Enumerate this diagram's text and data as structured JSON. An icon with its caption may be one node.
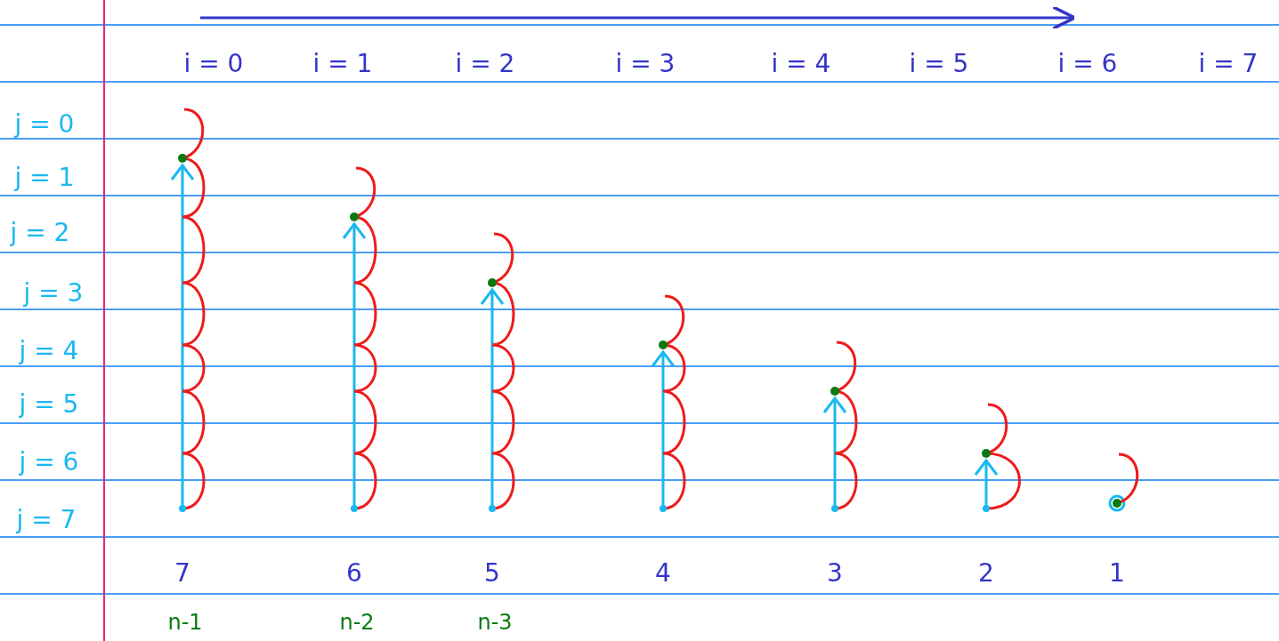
{
  "diagram": {
    "labels": [
      "i = 0",
      "i = 1",
      "i = 2",
      "i = 3",
      "i = 4",
      "i = 5",
      "i = 6",
      "i = 7",
      "j = 0",
      "j = 1",
      "j = 2",
      "j = 3",
      "j = 4",
      "j = 5",
      "j = 6",
      "j = 7",
      "7",
      "6",
      "5",
      "4",
      "3",
      "2",
      "1",
      "n-1",
      "n-2",
      "n-3"
    ]
  }
}
